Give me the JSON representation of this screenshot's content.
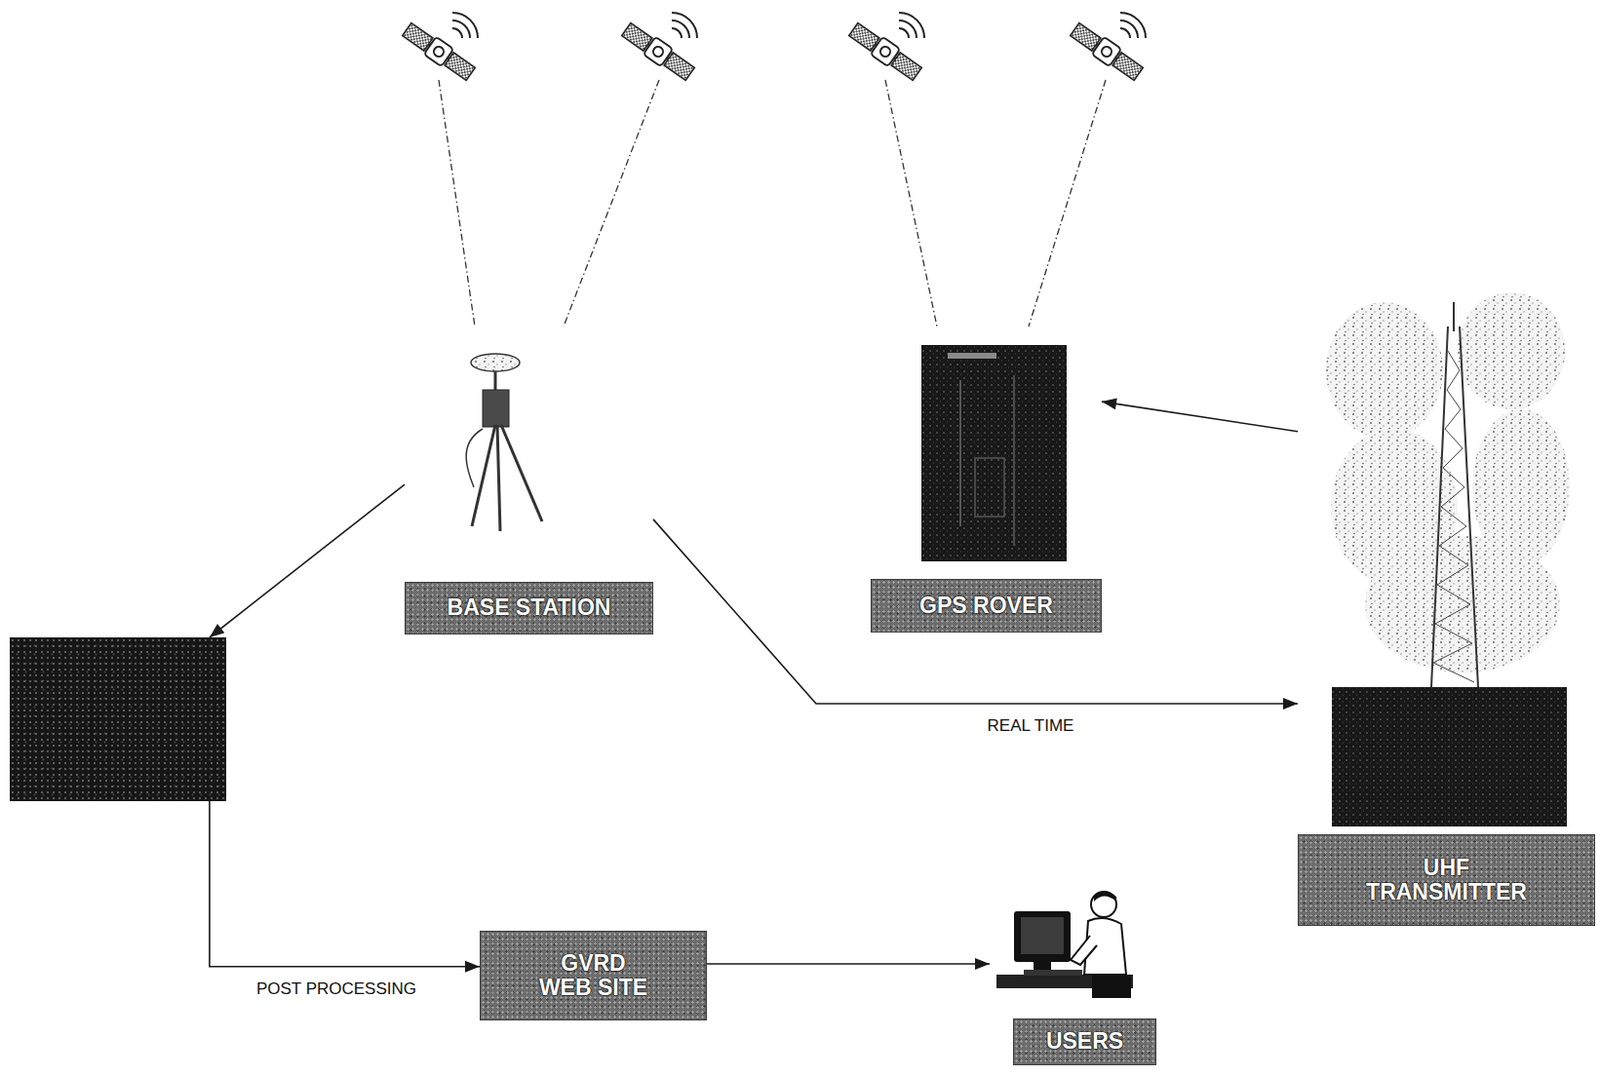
{
  "diagram": {
    "nodes": [
      {
        "text": [
          "BASE STATION"
        ]
      },
      {
        "text": [
          "GPS ROVER"
        ]
      },
      {
        "text": [
          "UHF TRANSMITTER"
        ]
      },
      {
        "text": []
      },
      {
        "text": [
          "GVRD WEB SITE"
        ]
      },
      {
        "text": [
          "USERS"
        ]
      }
    ],
    "edges": [
      {
        "from": 0,
        "to": 3,
        "arrow": "to"
      },
      {
        "from": 0,
        "to": 2,
        "label": "REAL TIME",
        "arrow": "to"
      },
      {
        "from": 2,
        "to": 1,
        "arrow": "to"
      },
      {
        "from": 3,
        "to": 4,
        "label": "POST PROCESSING",
        "arrow": "to"
      },
      {
        "from": 4,
        "to": 5,
        "arrow": "to"
      }
    ]
  }
}
